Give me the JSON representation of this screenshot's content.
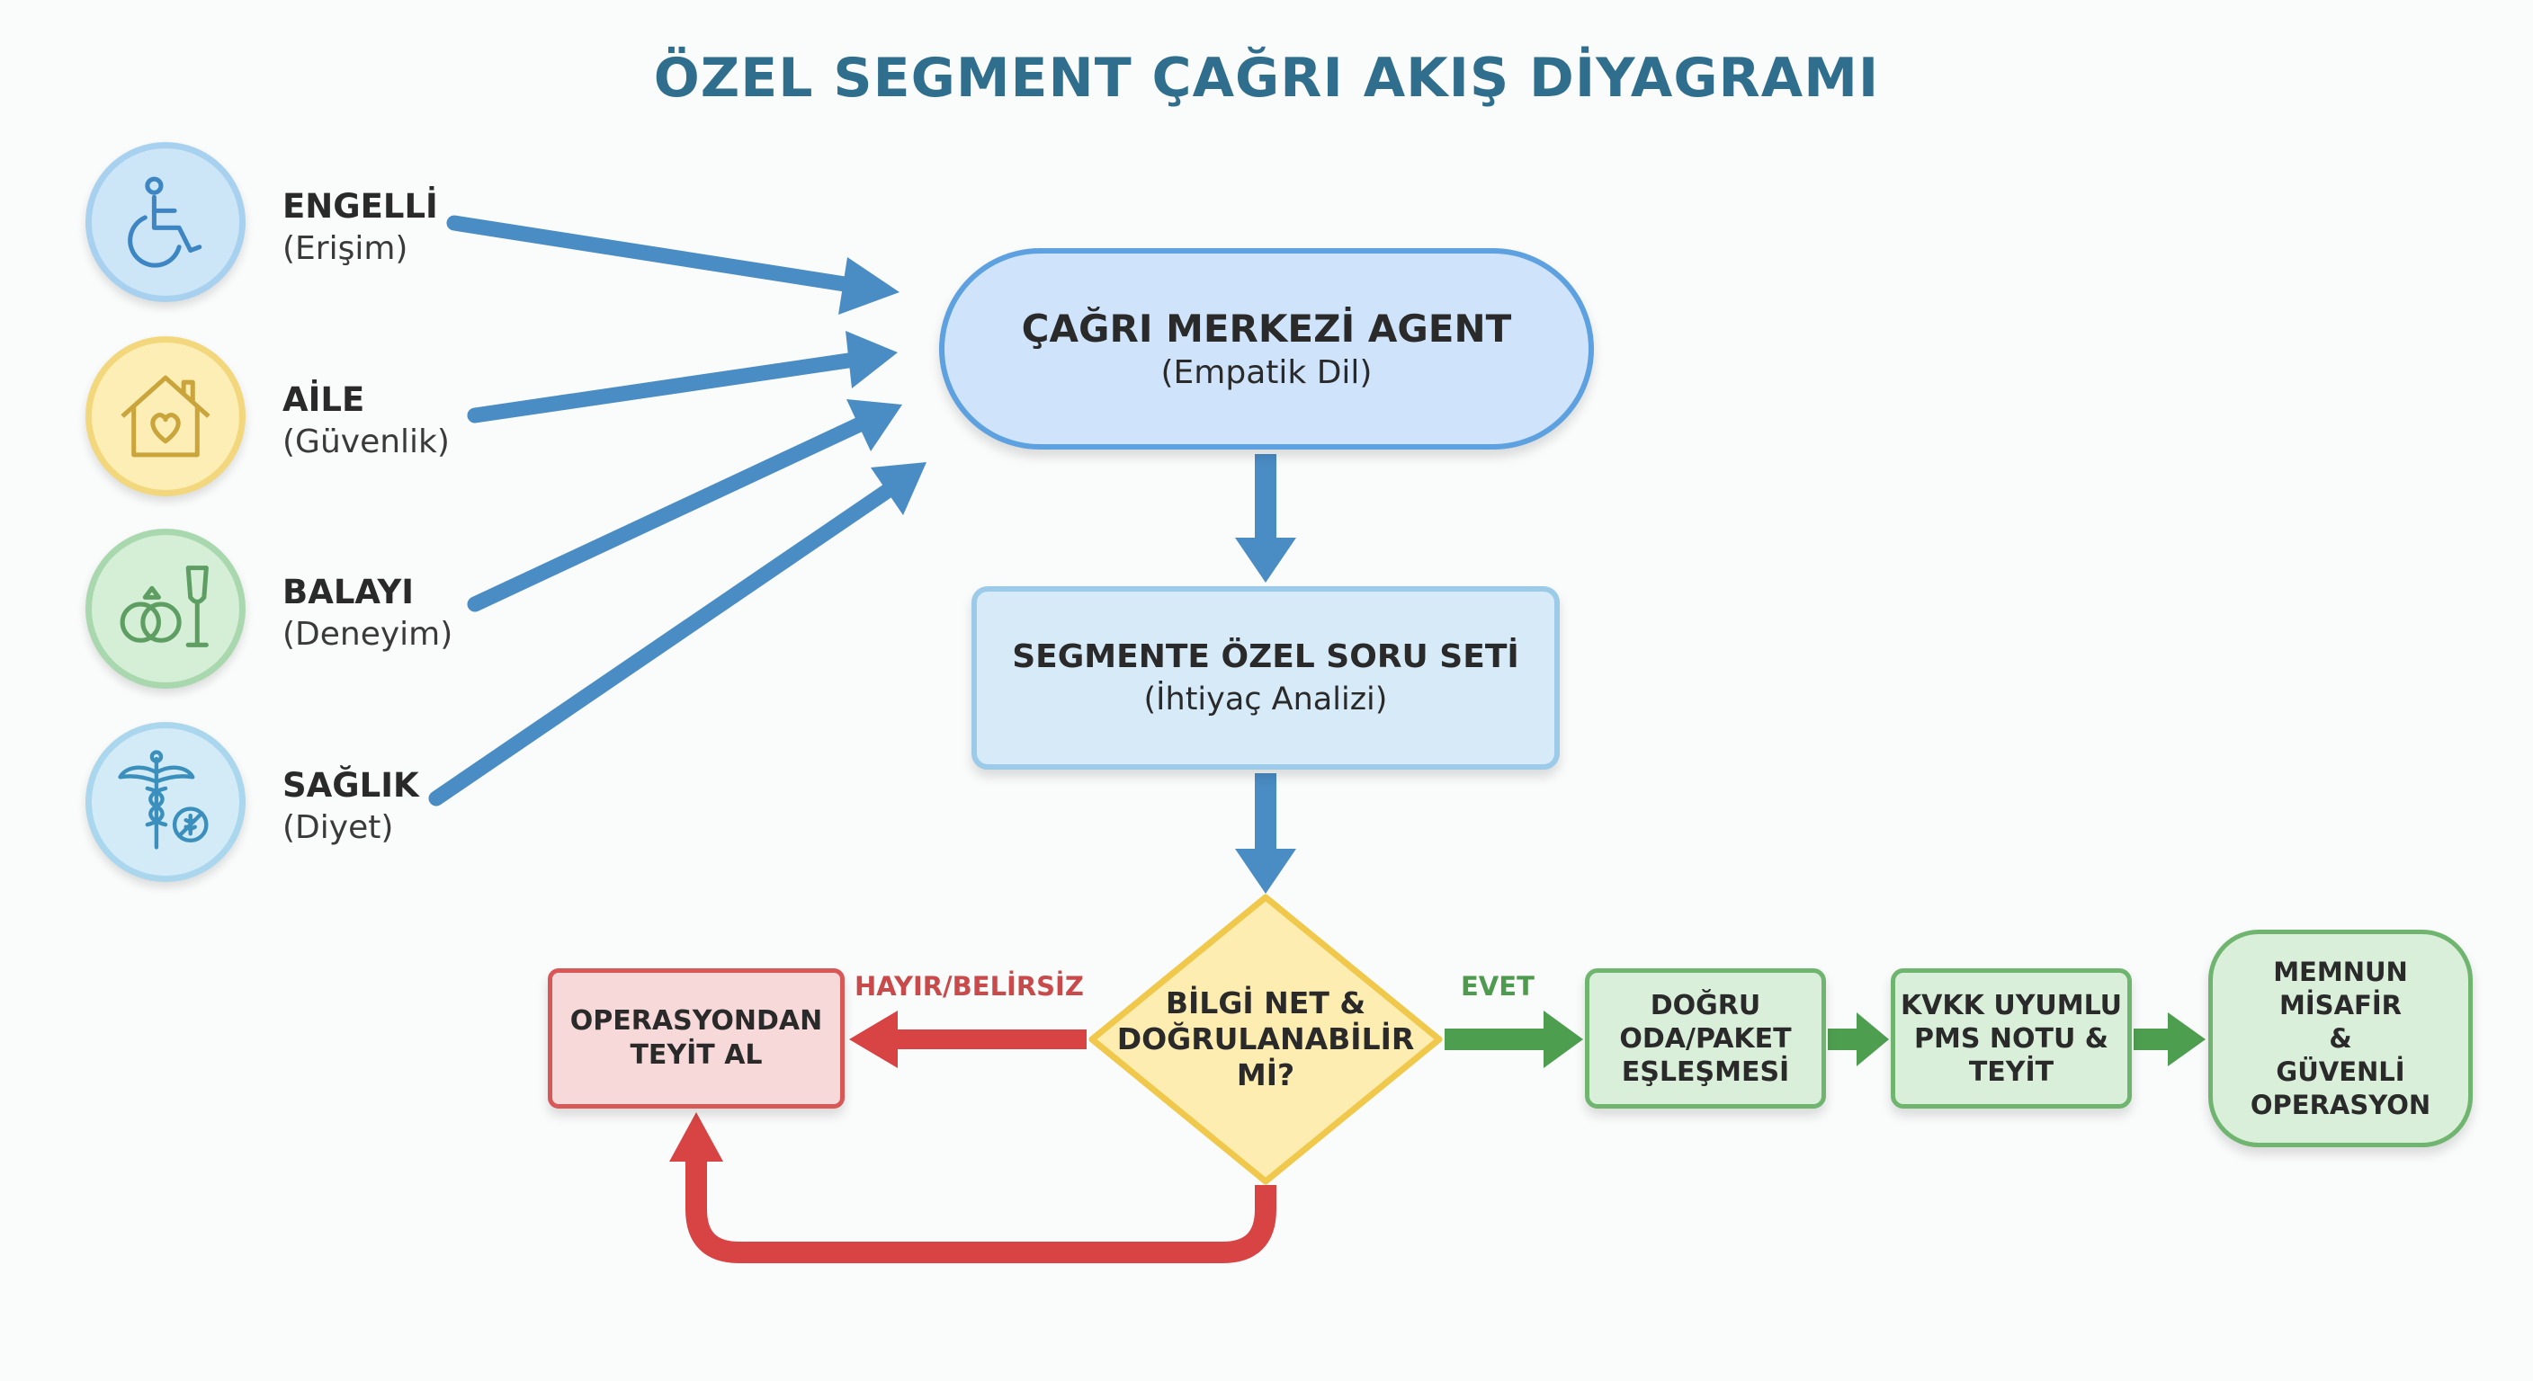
{
  "title": "ÖZEL SEGMENT ÇAĞRI AKIŞ DİYAGRAMI",
  "segments": [
    {
      "name": "ENGELLİ",
      "sub": "(Erişim)",
      "icon": "wheelchair-icon",
      "color": "#a8d1ef"
    },
    {
      "name": "AİLE",
      "sub": "(Güvenlik)",
      "icon": "house-heart-icon",
      "color": "#f2d77c"
    },
    {
      "name": "BALAYI",
      "sub": "(Deneyim)",
      "icon": "rings-champagne-icon",
      "color": "#a9d8ae"
    },
    {
      "name": "SAĞLIK",
      "sub": "(Diyet)",
      "icon": "caduceus-icon",
      "color": "#aad7ee"
    }
  ],
  "agent": {
    "main": "ÇAĞRI MERKEZİ AGENT",
    "sub": "(Empatik Dil)"
  },
  "questions": {
    "main": "SEGMENTE ÖZEL SORU SETİ",
    "sub": "(İhtiyaç Analizi)"
  },
  "decision": {
    "line1": "BİLGİ NET &",
    "line2": "DOĞRULANABİLİR",
    "line3": "Mİ?"
  },
  "no_branch": {
    "label": "HAYIR/BELİRSİZ",
    "line1": "OPERASYONDAN",
    "line2": "TEYİT AL"
  },
  "yes_branch": {
    "label": "EVET"
  },
  "steps": [
    {
      "line1": "DOĞRU",
      "line2": "ODA/PAKET",
      "line3": "EŞLEŞMESİ"
    },
    {
      "line1": "KVKK UYUMLU",
      "line2": "PMS NOTU &",
      "line3": "TEYİT"
    }
  ],
  "outcome": {
    "line1": "MEMNUN",
    "line2": "MİSAFİR",
    "line3": "&",
    "line4": "GÜVENLİ",
    "line5": "OPERASYON"
  },
  "colors": {
    "blue_arrow": "#4a8cc4",
    "red": "#d84444",
    "green": "#4e9e50",
    "title": "#2f6e8c"
  }
}
